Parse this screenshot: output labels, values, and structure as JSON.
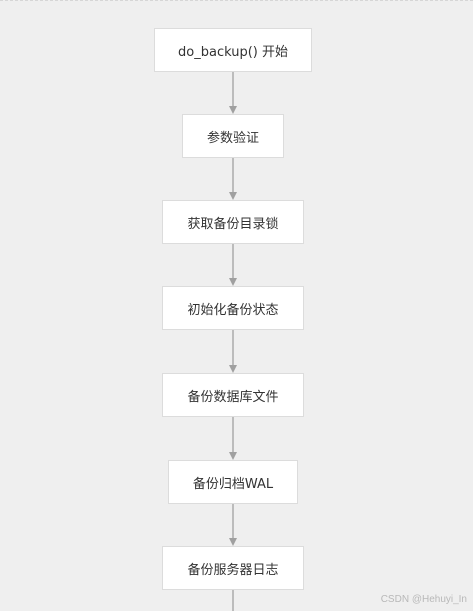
{
  "flowchart": {
    "steps": [
      "do_backup() 开始",
      "参数验证",
      "获取备份目录锁",
      "初始化备份状态",
      "备份数据库文件",
      "备份归档WAL",
      "备份服务器日志"
    ],
    "colors": {
      "background": "#efefef",
      "node_fill": "#ffffff",
      "node_border": "#dcdcdc",
      "connector": "#a0a0a0",
      "text": "#333333"
    }
  },
  "watermark": "CSDN @Hehuyi_In"
}
